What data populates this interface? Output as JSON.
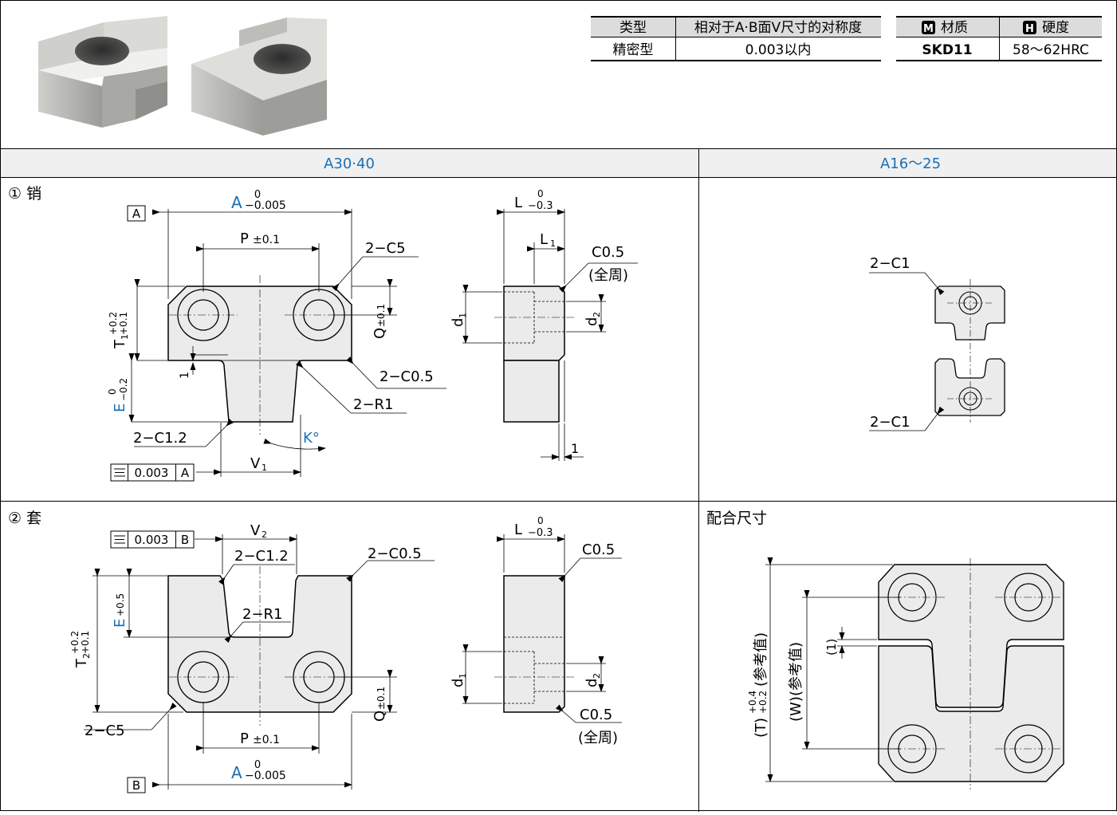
{
  "spec_table": {
    "headers": [
      "类型",
      "相对于A·B面V尺寸的对称度"
    ],
    "row": [
      "精密型",
      "0.003以内"
    ]
  },
  "material_table": {
    "material_badge": "M",
    "hardness_badge": "H",
    "headers": [
      "材质",
      "硬度"
    ],
    "row": [
      "SKD11",
      "58～62HRC"
    ]
  },
  "sections": {
    "left_header": "A30·40",
    "right_header": "A16～25",
    "pin_title": "① 销",
    "bush_title": "② 套",
    "fit_title": "配合尺寸"
  },
  "pin": {
    "datum": "A",
    "a_dim": "A",
    "a_tol_upper": "0",
    "a_tol_lower": "−0.005",
    "p_dim": "P",
    "p_tol": "±0.1",
    "chamfer_top": "2−C5",
    "chamfer_shoulder": "2−C0.5",
    "radius": "2−R1",
    "chamfer_bottom": "2−C1.2",
    "q_dim": "Q",
    "q_tol": "±0.1",
    "t1_dim": "T",
    "t1_sub": "1",
    "t1_tol_upper": "+0.2",
    "t1_tol_lower": "+0.1",
    "e_dim": "E",
    "e_tol_upper": "0",
    "e_tol_lower": "−0.2",
    "step": "1",
    "k_angle": "K°",
    "v_dim": "V",
    "v_sub": "1",
    "symmetry_symbol": "⌯",
    "symmetry_value": "0.003",
    "symmetry_datum": "A"
  },
  "pin_side": {
    "l_dim": "L",
    "l_tol_upper": "0",
    "l_tol_lower": "−0.3",
    "l1_dim": "L",
    "l1_sub": "1",
    "chamfer": "C0.5",
    "chamfer_note": "(全周)",
    "d1": "d",
    "d1_sub": "1",
    "d2": "d",
    "d2_sub": "2",
    "offset": "1"
  },
  "small_pin": {
    "chamfer_top": "2−C1",
    "chamfer_bottom": "2−C1"
  },
  "bush": {
    "symmetry_symbol": "⌯",
    "symmetry_value": "0.003",
    "symmetry_datum": "B",
    "v_dim": "V",
    "v_sub": "2",
    "chamfer_inner": "2−C1.2",
    "chamfer_top": "2−C0.5",
    "radius": "2−R1",
    "e_dim": "E",
    "e_tol": "+0.5",
    "t2_dim": "T",
    "t2_sub": "2",
    "t2_tol_upper": "+0.2",
    "t2_tol_lower": "+0.1",
    "q_dim": "Q",
    "q_tol": "±0.1",
    "chamfer_bottom": "2−C5",
    "p_dim": "P",
    "p_tol": "±0.1",
    "datum": "B",
    "a_dim": "A",
    "a_tol_upper": "0",
    "a_tol_lower": "−0.005"
  },
  "bush_side": {
    "l_dim": "L",
    "l_tol_upper": "0",
    "l_tol_lower": "−0.3",
    "chamfer_top": "C0.5",
    "chamfer_bottom": "C0.5",
    "chamfer_note": "(全周)",
    "d1": "d",
    "d1_sub": "1",
    "d2": "d",
    "d2_sub": "2"
  },
  "fit": {
    "t_label": "(T)",
    "t_tol_upper": "+0.4",
    "t_tol_lower": "+0.2",
    "t_note": "(参考值)",
    "w_label": "(W)",
    "w_note": "(参考值)",
    "gap": "(1)"
  },
  "colors": {
    "part_fill": "#ebebeb",
    "line": "#000000",
    "accent": "#1a6fb5",
    "header_fill": "#dcdcdc"
  }
}
